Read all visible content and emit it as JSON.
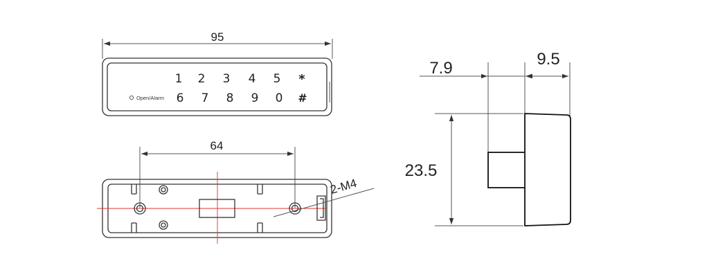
{
  "dimensions": {
    "overall_width": "95",
    "hole_spacing": "64",
    "depth_front": "7.9",
    "depth_rear": "9.5",
    "height": "23.5"
  },
  "hole_label": "2-M4",
  "indicator_label": "Open/Alarm",
  "keypad": {
    "row1": [
      "1",
      "2",
      "3",
      "4",
      "5",
      "*"
    ],
    "row2": [
      "6",
      "7",
      "8",
      "9",
      "0",
      "#"
    ]
  },
  "colors": {
    "line": "#333333",
    "centerline": "#e03030",
    "background": "#ffffff"
  }
}
